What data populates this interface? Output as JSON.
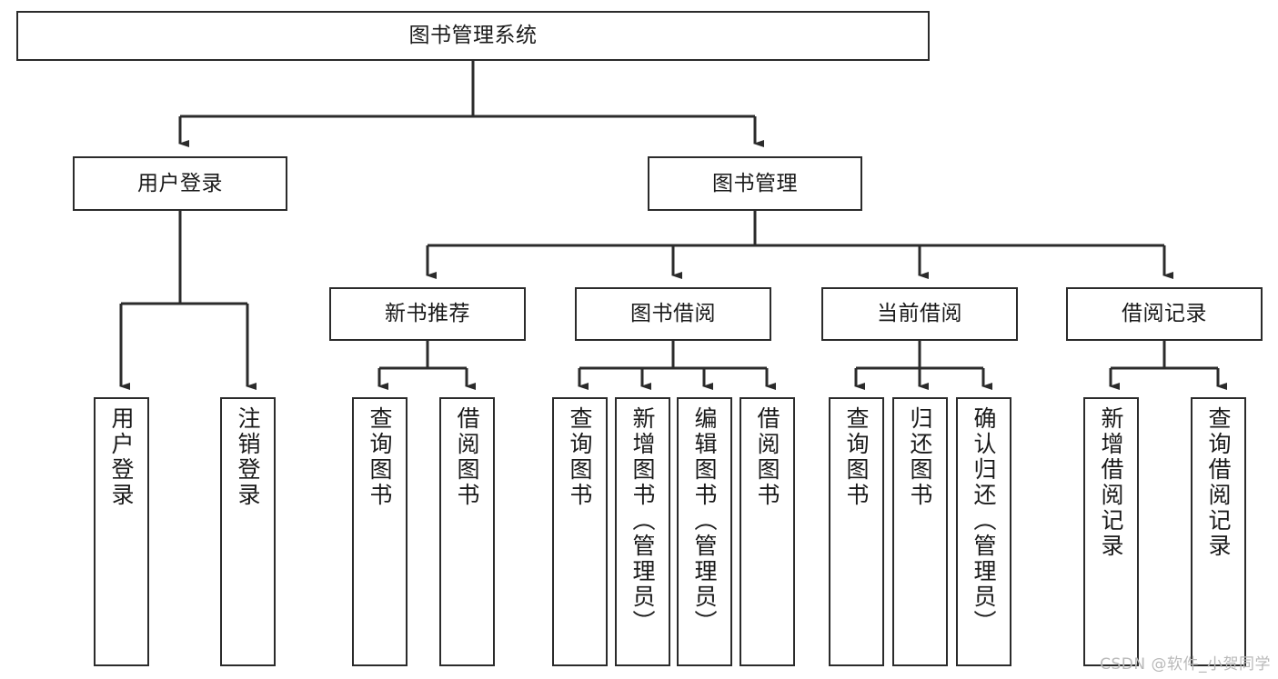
{
  "diagram": {
    "title": "图书管理系统",
    "type": "tree-hierarchy-chart",
    "watermark": "CSDN @软件_小贺同学",
    "line_color": "#2b2b2b",
    "box_fill": "#ffffff",
    "text_color": "#1a1a1a",
    "watermark_color": "#b9b9b9"
  },
  "nodes": {
    "root": {
      "label": "图书管理系统"
    },
    "level2": [
      {
        "label": "用户登录"
      },
      {
        "label": "图书管理"
      }
    ],
    "level3": [
      {
        "label": "新书推荐"
      },
      {
        "label": "图书借阅"
      },
      {
        "label": "当前借阅"
      },
      {
        "label": "借阅记录"
      }
    ],
    "leaves": {
      "user_login": [
        {
          "label": "用户登录"
        },
        {
          "label": "注销登录"
        }
      ],
      "new_book_recommend": [
        {
          "label": "查询图书"
        },
        {
          "label": "借阅图书"
        }
      ],
      "book_borrow": [
        {
          "label": "查询图书"
        },
        {
          "label": "新增图书（管理员）"
        },
        {
          "label": "编辑图书（管理员）"
        },
        {
          "label": "借阅图书"
        }
      ],
      "current_borrow": [
        {
          "label": "查询图书"
        },
        {
          "label": "归还图书"
        },
        {
          "label": "确认归还（管理员）"
        }
      ],
      "borrow_record": [
        {
          "label": "新增借阅记录"
        },
        {
          "label": "查询借阅记录"
        }
      ]
    }
  }
}
